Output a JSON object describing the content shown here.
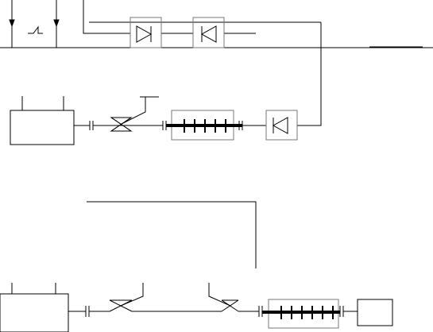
{
  "diagram": {
    "type": "schematic",
    "colors": {
      "background": "#ffffff",
      "line": "#000000",
      "box_border": "#777777"
    },
    "components": [
      {
        "id": "top-arrow-1",
        "kind": "arrow-down"
      },
      {
        "id": "top-arrow-2",
        "kind": "arrow-down"
      },
      {
        "id": "top-signal",
        "kind": "pulse"
      },
      {
        "id": "diode-1",
        "kind": "diode-right"
      },
      {
        "id": "diode-2",
        "kind": "diode-left"
      },
      {
        "id": "tank-1",
        "kind": "tank"
      },
      {
        "id": "valve-1",
        "kind": "valve"
      },
      {
        "id": "filter-1",
        "kind": "filter"
      },
      {
        "id": "diode-3",
        "kind": "diode-left"
      },
      {
        "id": "tank-2",
        "kind": "tank"
      },
      {
        "id": "valve-2",
        "kind": "valve"
      },
      {
        "id": "valve-3",
        "kind": "valve"
      },
      {
        "id": "filter-2",
        "kind": "filter"
      },
      {
        "id": "end-box",
        "kind": "box"
      }
    ]
  }
}
